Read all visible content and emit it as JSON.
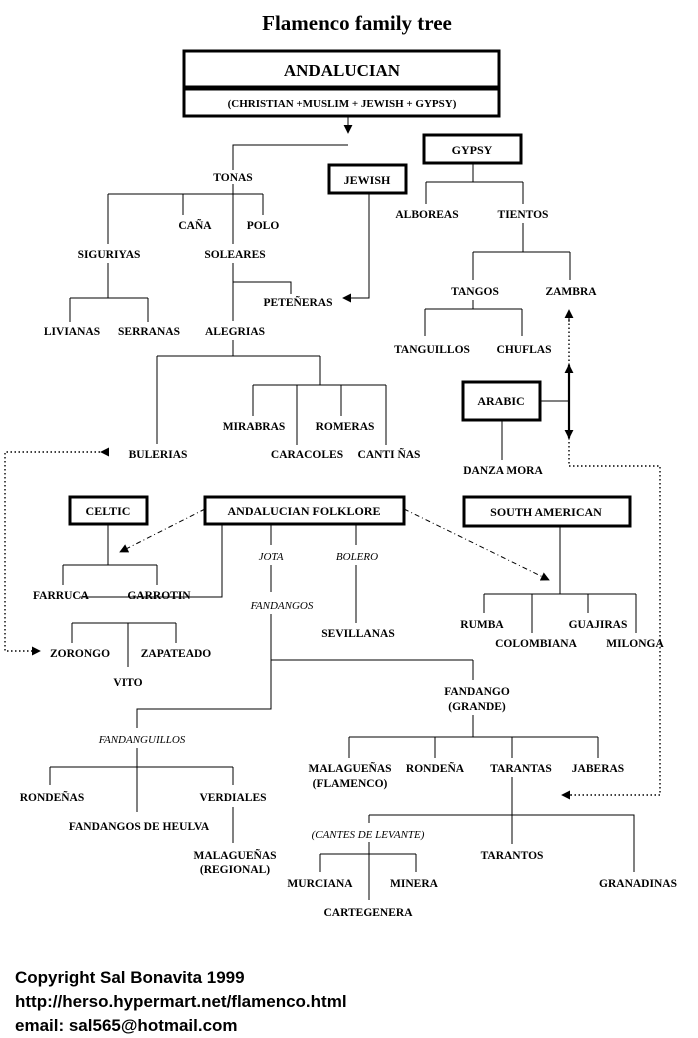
{
  "title": "Flamenco family tree",
  "andalucian": {
    "label": "ANDALUCIAN",
    "sub": "(CHRISTIAN +MUSLIM + JEWISH + GYPSY)"
  },
  "boxes": {
    "jewish": "JEWISH",
    "gypsy": "GYPSY",
    "arabic": "ARABIC",
    "celtic": "CELTIC",
    "folklore": "ANDALUCIAN FOLKLORE",
    "south_american": "SOUTH AMERICAN"
  },
  "nodes": {
    "tonas": "TONAS",
    "cana": "CAÑA",
    "polo": "POLO",
    "siguiriyas": "SIGURIYAS",
    "soleares": "SOLEARES",
    "petenera": "PETEÑERAS",
    "livianas": "LIVIANAS",
    "serranas": "SERRANAS",
    "alegrias": "ALEGRIAS",
    "mirabras": "MIRABRAS",
    "romeras": "ROMERAS",
    "caracoles": "CARACOLES",
    "cantinas": "CANTI ÑAS",
    "bulerias": "BULERIAS",
    "alboreas": "ALBOREAS",
    "tientos": "TIENTOS",
    "tangos": "TANGOS",
    "zambra": "ZAMBRA",
    "tanguillos": "TANGUILLOS",
    "chuflas": "CHUFLAS",
    "danza_mora": "DANZA MORA",
    "farruca": "FARRUCA",
    "garrotin": "GARROTIN",
    "zorongo": "ZORONGO",
    "zapateado": "ZAPATEADO",
    "vito": "VITO",
    "jota": "JOTA",
    "bolero": "BOLERO",
    "fandangos": "FANDANGOS",
    "sevillanas": "SEVILLANAS",
    "rumba": "RUMBA",
    "colombiana": "COLOMBIANA",
    "guajiras": "GUAJIRAS",
    "milonga": "MILONGA",
    "fandango_grande_1": "FANDANGO",
    "fandango_grande_2": "(GRANDE)",
    "fandanguillos": "FANDANGUILLOS",
    "rondenas_left": "RONDEÑAS",
    "verdiales": "VERDIALES",
    "fandangos_huelva": "FANDANGOS DE HEULVA",
    "malaguenas_reg_1": "MALAGUEÑAS",
    "malaguenas_reg_2": "(REGIONAL)",
    "malaguenas_fl_1": "MALAGUEÑAS",
    "malaguenas_fl_2": "(FLAMENCO)",
    "rondena": "RONDEÑA",
    "tarantas": "TARANTAS",
    "jaberas": "JABERAS",
    "cantes_levante": "(CANTES DE LEVANTE)",
    "tarantos": "TARANTOS",
    "granadinas": "GRANADINAS",
    "murciana": "MURCIANA",
    "minera": "MINERA",
    "cartegenera": "CARTEGENERA"
  },
  "copyright": {
    "line1": "Copyright Sal Bonavita 1999",
    "line2": "http://herso.hypermart.net/flamenco.html",
    "line3": "email: sal565@hotmail.com"
  }
}
